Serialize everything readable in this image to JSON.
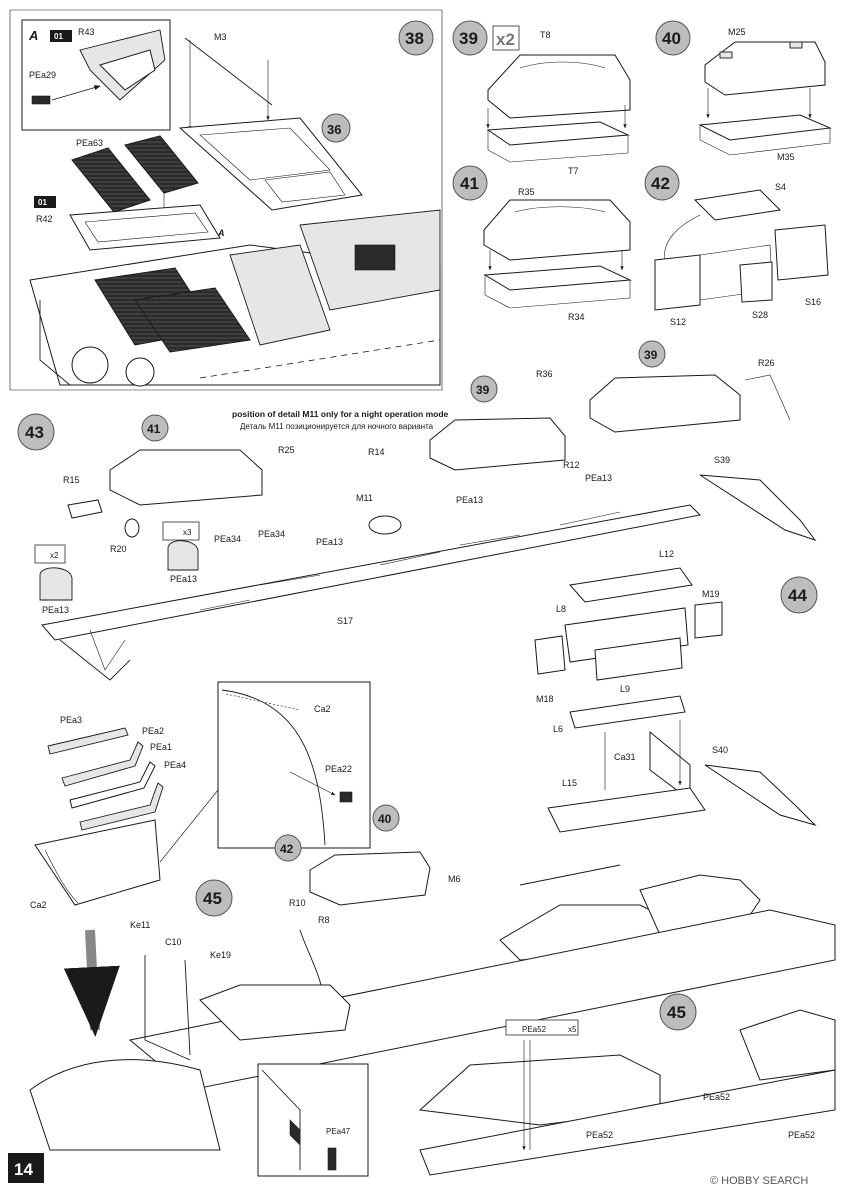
{
  "page_number": "14",
  "watermark": "© HOBBY SEARCH",
  "steps": {
    "s38": "38",
    "s36": "36",
    "s39": "39",
    "s39_count": "x2",
    "s40": "40",
    "s41": "41",
    "s42": "42",
    "s43": "43",
    "s44": "44",
    "s45a": "45",
    "s45b": "45"
  },
  "step38": {
    "inset_letter": "A",
    "inset_box": "01",
    "R43": "R43",
    "PEa29": "PEa29",
    "M3": "M3",
    "PEa63": "PEa63",
    "box01": "01",
    "R42": "R42",
    "A_marker": "A"
  },
  "step39": {
    "T8": "T8",
    "T7": "T7"
  },
  "step40": {
    "M25": "M25",
    "M35": "M35"
  },
  "step41": {
    "R35": "R35",
    "R34": "R34"
  },
  "step42": {
    "S4": "S4",
    "S12": "S12",
    "S28": "S28",
    "S16": "S16"
  },
  "step43": {
    "note_en": "position of detail M11 only for a night operation mode",
    "note_ru": "Деталь М11 позиционируется для ночного варианта",
    "c41": "41",
    "c39a": "39",
    "c39b": "39",
    "R15": "R15",
    "R20": "R20",
    "R25": "R25",
    "R14": "R14",
    "R36": "R36",
    "R12": "R12",
    "R26": "R26",
    "M11": "M11",
    "S17": "S17",
    "S39": "S39",
    "PEa13_a": "PEa13",
    "PEa13_b": "PEa13",
    "PEa13_c": "PEa13",
    "PEa13_d": "PEa13",
    "PEa13_e": "PEa13",
    "PEa34_a": "PEa34",
    "PEa34_b": "PEa34",
    "x2": "x2",
    "x3": "x3"
  },
  "step44": {
    "L12": "L12",
    "L8": "L8",
    "M19": "M19",
    "M18": "M18",
    "L9": "L9",
    "L6": "L6",
    "Ca31": "Ca31",
    "S40": "S40",
    "L15": "L15"
  },
  "fender": {
    "PEa3": "PEa3",
    "PEa2": "PEa2",
    "PEa1": "PEa1",
    "PEa4": "PEa4",
    "Ca2": "Ca2",
    "Ca2_inset": "Ca2",
    "PEa22": "PEa22"
  },
  "step45": {
    "c42": "42",
    "c40": "40",
    "M6": "M6",
    "R10": "R10",
    "R8": "R8",
    "Ke11": "Ke11",
    "C10": "C10",
    "Ke19": "Ke19",
    "PEa47": "PEa47",
    "PEa52_a": "PEa52",
    "PEa52_b": "PEa52",
    "PEa52_c": "PEa52",
    "PEa52_d": "PEa52",
    "x5": "x5"
  }
}
